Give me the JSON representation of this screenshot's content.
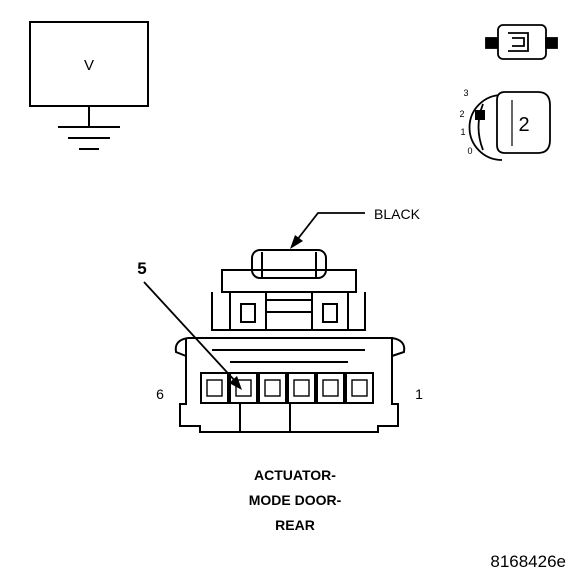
{
  "meter": {
    "symbol": "V"
  },
  "ignition": {
    "position_labels": [
      "3",
      "2",
      "1",
      "0"
    ],
    "selected_position": "2"
  },
  "connector": {
    "color_label": "BLACK",
    "pin_callout": "5",
    "left_pin": "6",
    "right_pin": "1",
    "name_lines": [
      "ACTUATOR-",
      "MODE DOOR-",
      "REAR"
    ]
  },
  "figure_id": "8168426e"
}
